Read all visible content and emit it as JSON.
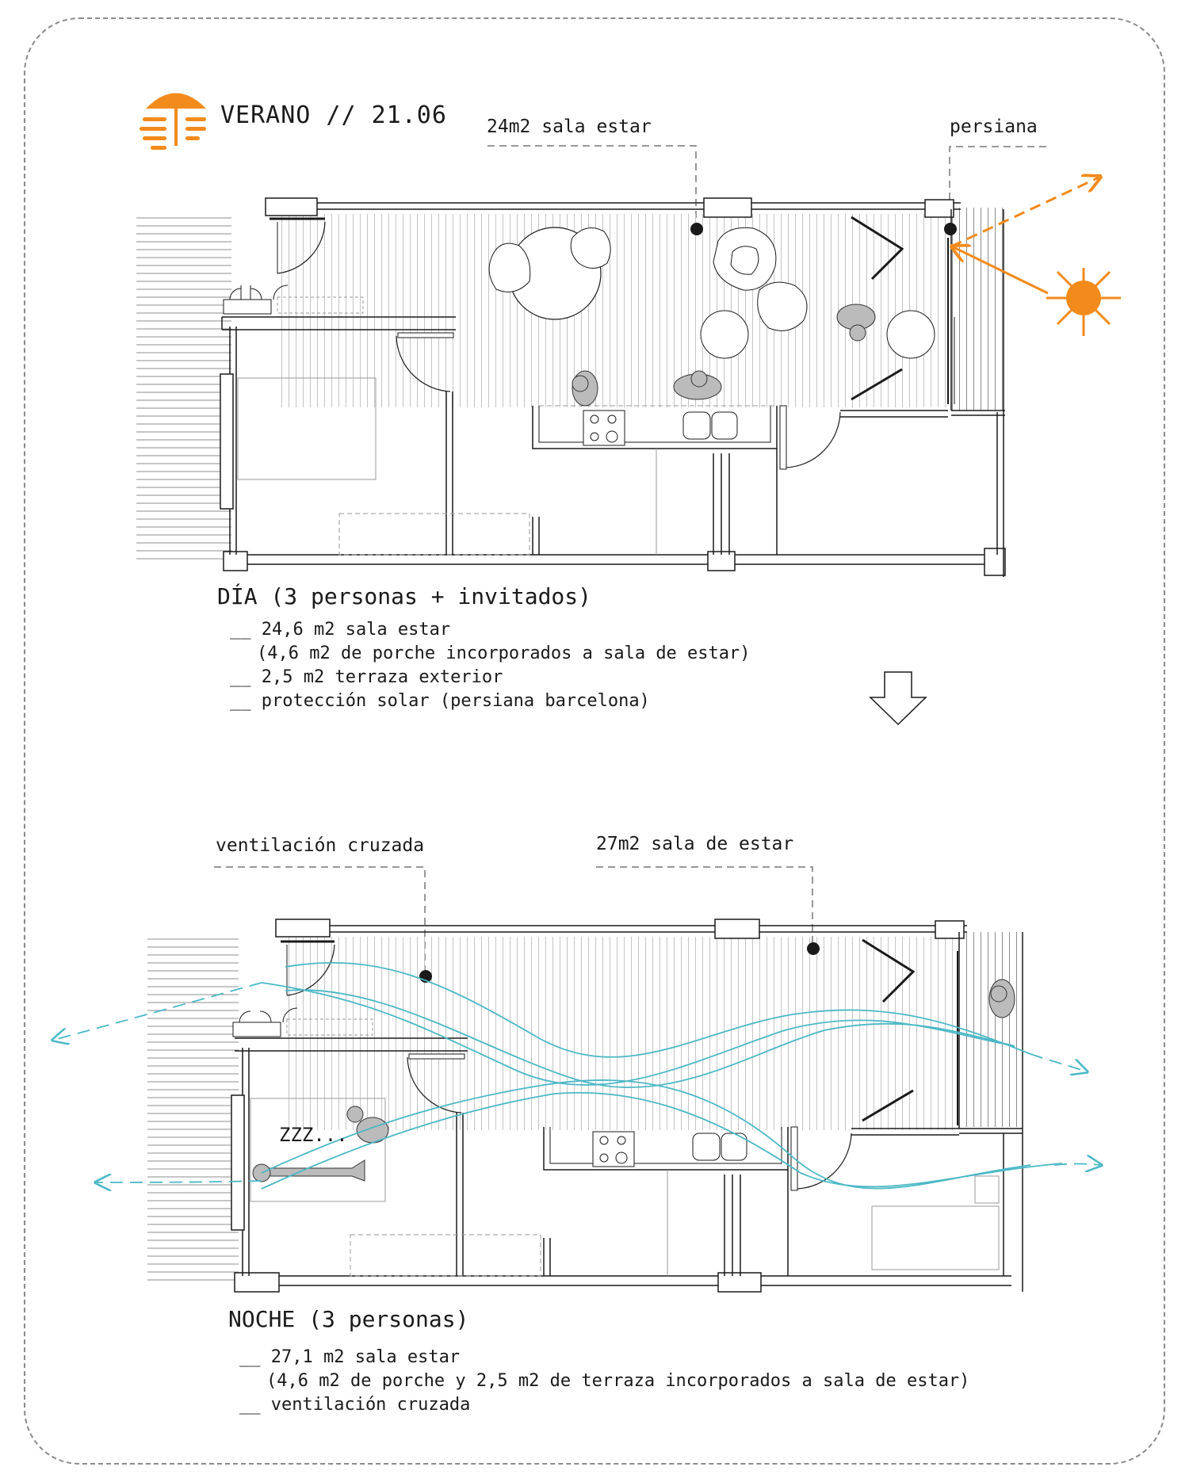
{
  "season_title": "VERANO // 21.06",
  "colors": {
    "accent": "#f28a1c",
    "ventilation": "#4bb8c6",
    "line": "#1a1a1a",
    "hatch": "#b5b5b5"
  },
  "icons": [
    "sun-umbrella-icon",
    "sun-icon",
    "down-arrow-icon"
  ],
  "day": {
    "callout_living": "24m2 sala estar",
    "callout_blind": "persiana",
    "heading": "DÍA  (3 personas + invitados)",
    "notes": [
      "__ 24,6 m2 sala estar",
      "(4,6 m2 de porche incorporados a sala de estar)",
      "__ 2,5 m2 terraza exterior",
      "__ protección solar (persiana barcelona)"
    ]
  },
  "night": {
    "callout_ventilation": "ventilación cruzada",
    "callout_living": "27m2 sala de estar",
    "sleep_label": "ZZZ...",
    "heading": "NOCHE   (3 personas)",
    "notes": [
      "__ 27,1 m2 sala estar",
      "(4,6 m2 de porche y 2,5 m2 de terraza incorporados a sala de estar)",
      "__ ventilación cruzada"
    ]
  }
}
